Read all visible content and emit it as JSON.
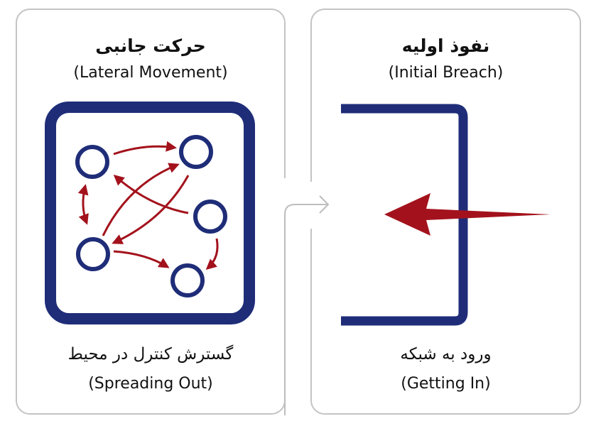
{
  "panels": [
    {
      "title": "حرکت جانبی",
      "subtitle": "(Lateral Movement)",
      "caption": "گسترش کنترل در محیط",
      "caption_en": "(Spreading Out)",
      "icon": "network-nodes-icon"
    },
    {
      "title": "نفوذ اولیه",
      "subtitle": "(Initial Breach)",
      "caption": "ورود به شبکه",
      "caption_en": "(Getting In)",
      "icon": "entry-arrow-icon"
    }
  ],
  "colors": {
    "navy": "#1f2d78",
    "red": "#a3121c",
    "border": "#c4c4c4"
  }
}
